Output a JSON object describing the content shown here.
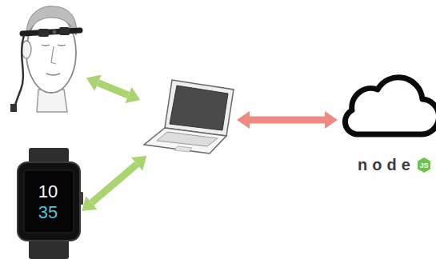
{
  "diagram": {
    "nodes": [
      {
        "text": []
      },
      {
        "text": []
      },
      {
        "text": [
          "node",
          "JS"
        ]
      },
      {
        "text": [
          "10",
          "35"
        ]
      }
    ],
    "edges": [
      {
        "from": 0,
        "to": 1,
        "arrow": "both"
      },
      {
        "from": 1,
        "to": 2,
        "arrow": "both"
      },
      {
        "from": 3,
        "to": 1,
        "arrow": "both"
      }
    ]
  }
}
